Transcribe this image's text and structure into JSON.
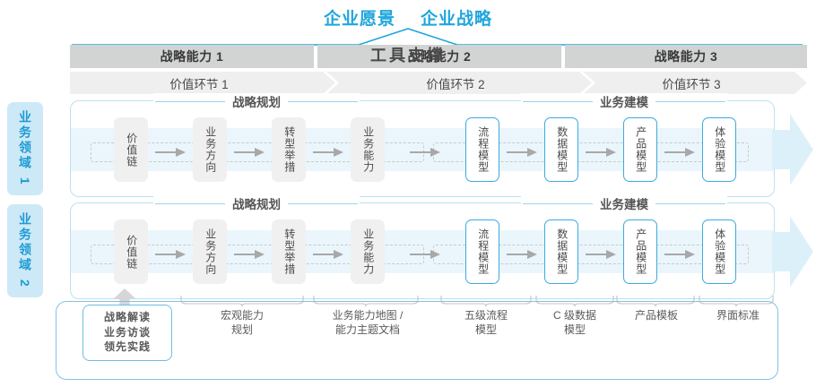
{
  "titles": {
    "vision": "企业愿景",
    "strategy": "企业战略"
  },
  "capability_band": [
    {
      "label": "战略能力 1"
    },
    {
      "label": "战略能力 2"
    },
    {
      "label": "战略能力 3"
    }
  ],
  "value_chain_band": [
    {
      "label": "价值环节 1"
    },
    {
      "label": "价值环节 2"
    },
    {
      "label": "价值环节 3"
    }
  ],
  "domains": [
    {
      "label": "业务领域 1"
    },
    {
      "label": "业务领域 2"
    }
  ],
  "sections": {
    "planning": "战略规划",
    "modeling": "业务建模"
  },
  "tiles": {
    "planning": [
      {
        "label": "价值链"
      },
      {
        "label": "业务方向"
      },
      {
        "label": "转型举措"
      },
      {
        "label": "业务能力"
      }
    ],
    "modeling": [
      {
        "label": "流程模型"
      },
      {
        "label": "数据模型"
      },
      {
        "label": "产品模型"
      },
      {
        "label": "体验模型"
      }
    ]
  },
  "tool_support": {
    "title": "工具支撑",
    "items": [
      {
        "label": "战略解读\n业务访谈\n领先实践",
        "boxed": true
      },
      {
        "label": "宏观能力\n规划",
        "boxed": false
      },
      {
        "label": "业务能力地图 /\n能力主题文档",
        "boxed": false
      },
      {
        "label": "五级流程\n模型",
        "boxed": false
      },
      {
        "label": "C 级数据\n模型",
        "boxed": false
      },
      {
        "label": "产品模板",
        "boxed": false
      },
      {
        "label": "界面标准",
        "boxed": false
      }
    ]
  },
  "colors": {
    "accent_blue": "#21A5DC",
    "tag_blue_bg": "#CDE9F7",
    "band_gray": "#D2D3D3",
    "band_light_gray": "#EFEFEF",
    "tile_gray": "#F0F0F0",
    "tile_blue_border": "#3DA9E0",
    "flow_strip": "#EAF6FC"
  }
}
